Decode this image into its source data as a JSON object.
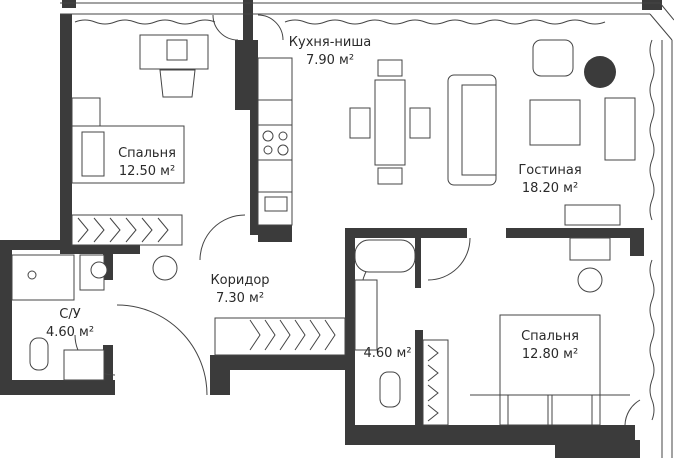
{
  "plan": {
    "wall_color": "#3b3b3b",
    "rooms": [
      {
        "name": "Кухня-ниша",
        "area": "7.90 м²"
      },
      {
        "name": "Спальня",
        "area": "12.50 м²"
      },
      {
        "name": "Гостиная",
        "area": "18.20 м²"
      },
      {
        "name": "Коридор",
        "area": "7.30 м²"
      },
      {
        "name": "С/У",
        "area": "4.60 м²"
      },
      {
        "name": "",
        "area": "4.60 м²"
      },
      {
        "name": "Спальня",
        "area": "12.80 м²"
      }
    ]
  }
}
